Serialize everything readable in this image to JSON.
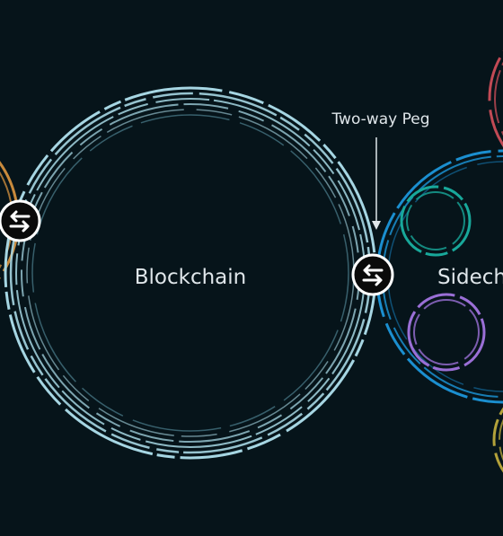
{
  "labels": {
    "main_chain": "Blockchain",
    "sidechain": "Sidech",
    "peg": "Two-way Peg"
  },
  "icons": {
    "peg_left": "two-way-arrows-icon",
    "peg_right": "two-way-arrows-icon"
  },
  "colors": {
    "background": "#06141a",
    "main_chain": "#a6d6e3",
    "sidechain": "#1b8fd0",
    "teal": "#18a89a",
    "purple": "#9a6fd6",
    "orange": "#c98a3c",
    "red": "#c24a55",
    "olive": "#b3a23a",
    "text": "#dfe6ea"
  }
}
